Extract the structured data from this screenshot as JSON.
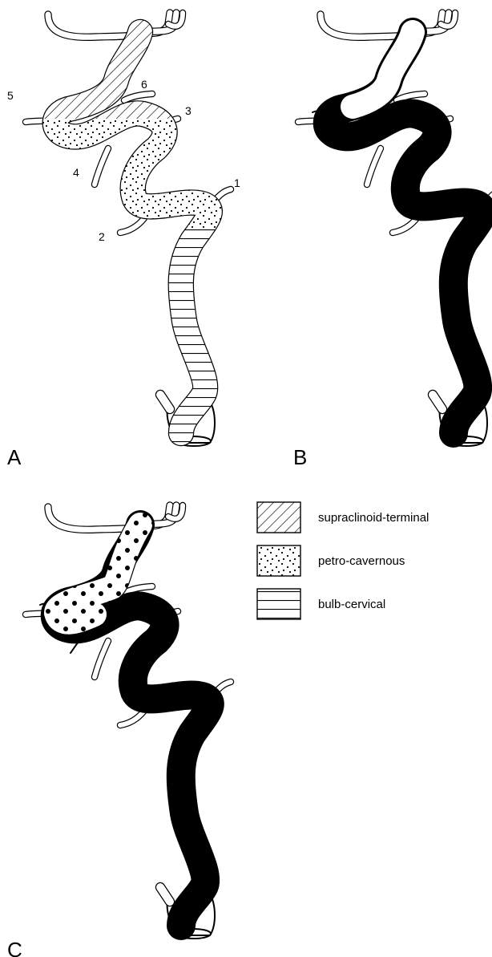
{
  "panels": {
    "a": {
      "label": "A",
      "branch_numbers": [
        "1",
        "2",
        "3",
        "4",
        "5",
        "6"
      ]
    },
    "b": {
      "label": "B"
    },
    "c": {
      "label": "C"
    }
  },
  "legend": [
    {
      "pattern": "diagonal-hatch",
      "label": "supraclinoid-terminal"
    },
    {
      "pattern": "stipple",
      "label": "petro-cavernous"
    },
    {
      "pattern": "horizontal-hatch",
      "label": "bulb-cervical"
    }
  ],
  "colors": {
    "ink": "#000000",
    "paper": "#ffffff"
  }
}
